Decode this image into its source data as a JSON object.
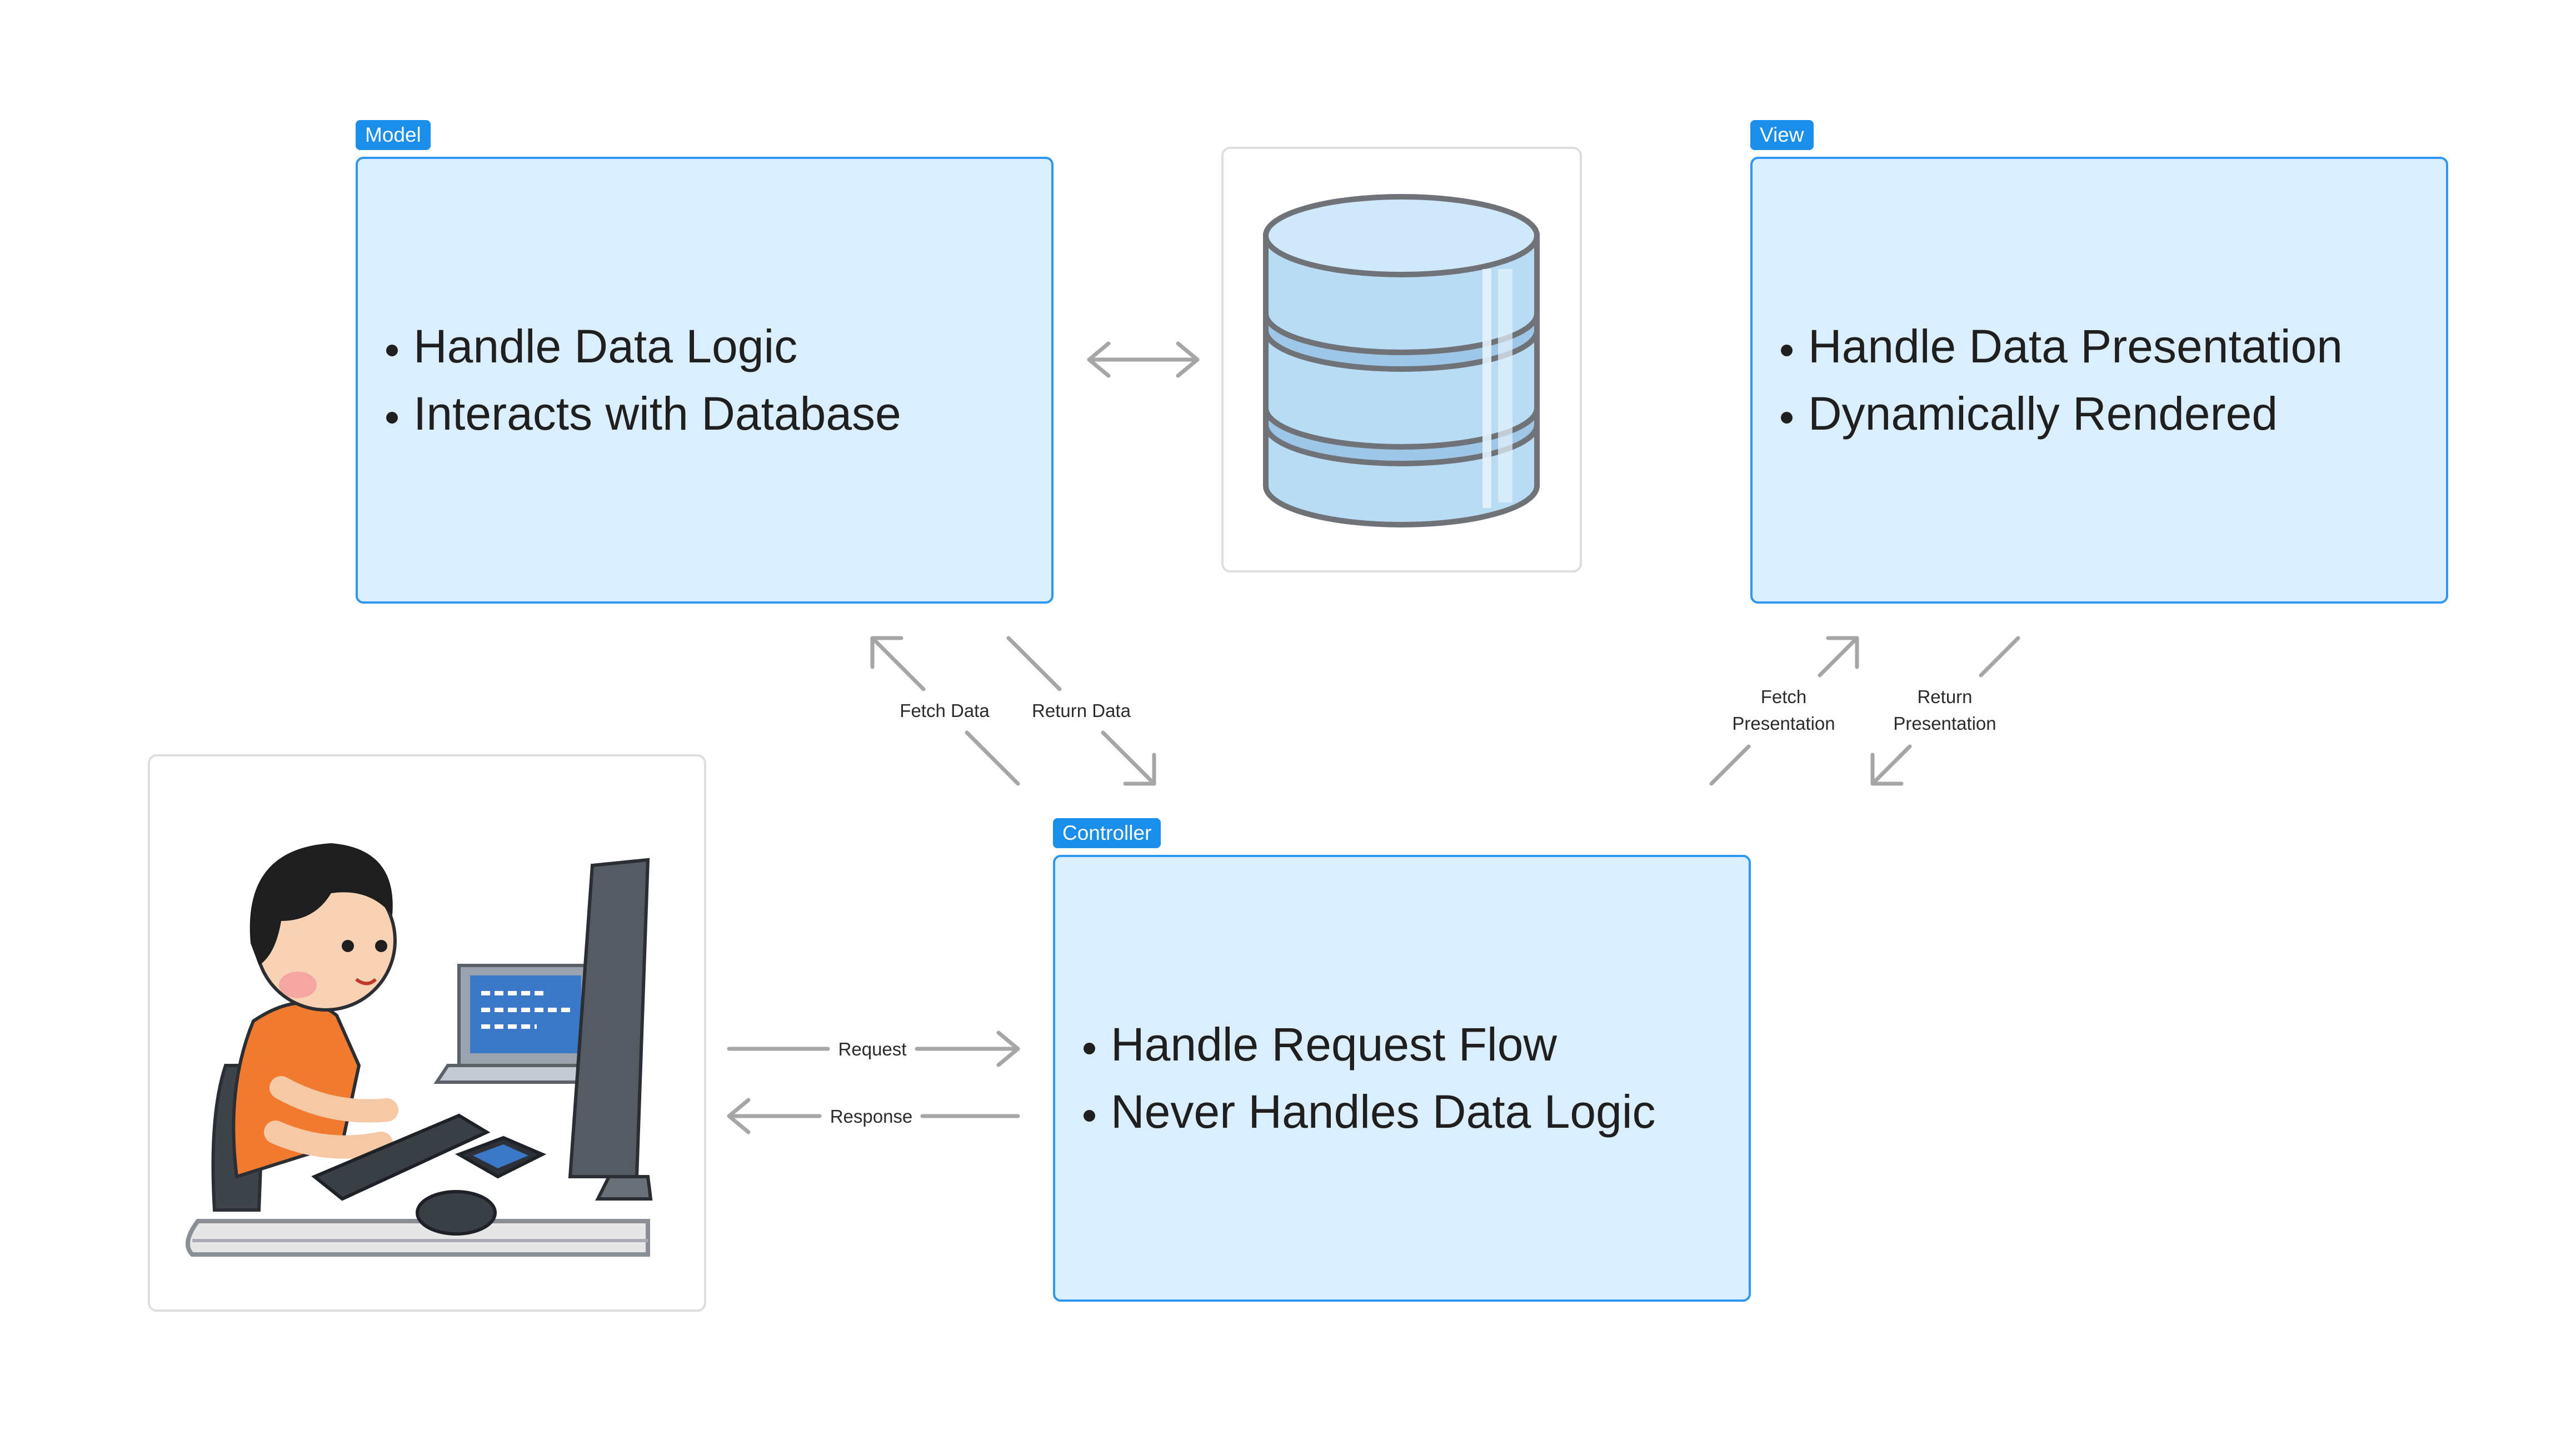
{
  "model": {
    "tag": "Model",
    "bullets": [
      "Handle Data Logic",
      "Interacts with Database"
    ]
  },
  "view": {
    "tag": "View",
    "bullets": [
      "Handle Data Presentation",
      "Dynamically Rendered"
    ]
  },
  "controller": {
    "tag": "Controller",
    "bullets": [
      "Handle Request Flow",
      "Never Handles Data Logic"
    ]
  },
  "arrows": {
    "fetch_data": "Fetch Data",
    "return_data": "Return Data",
    "fetch_presentation_line1": "Fetch",
    "fetch_presentation_line2": "Presentation",
    "return_presentation_line1": "Return",
    "return_presentation_line2": "Presentation",
    "request": "Request",
    "response": "Response"
  },
  "colors": {
    "box_fill": "#dbeefd",
    "box_border": "#2e97ef",
    "tag_fill": "#1a8ee8",
    "arrow": "#a6a6a6"
  },
  "icons": {
    "database": "database-icon",
    "user": "user-at-computer-illustration"
  }
}
